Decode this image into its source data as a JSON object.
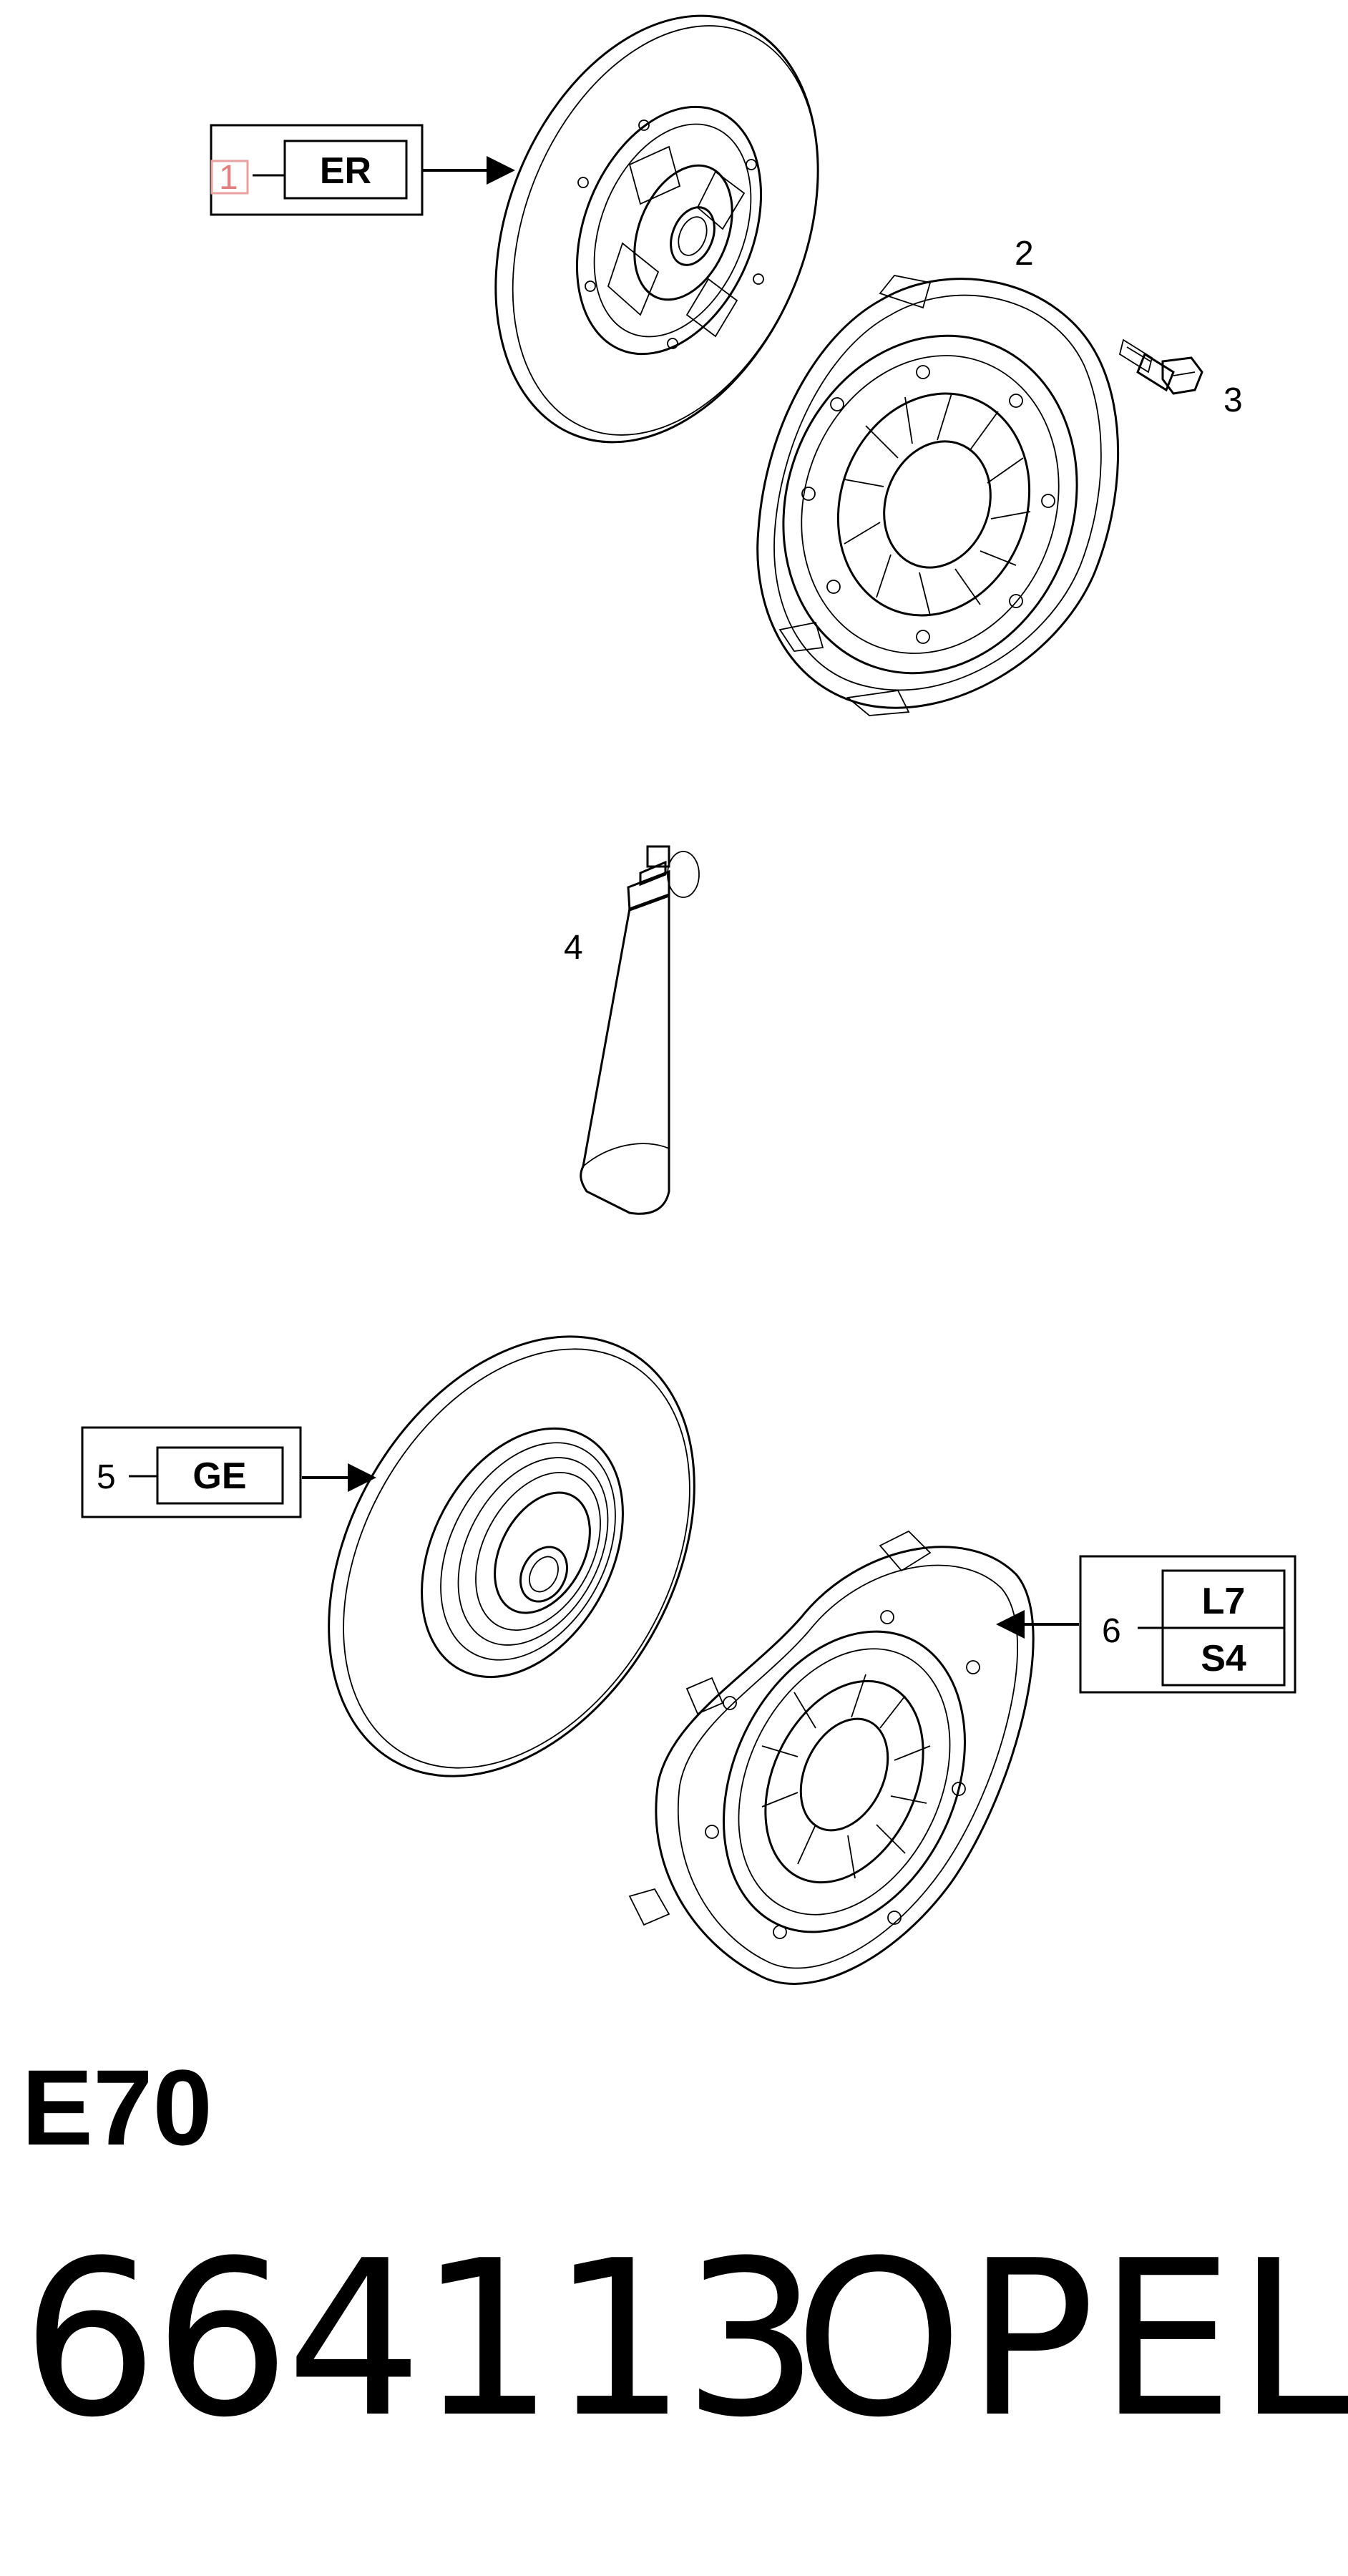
{
  "callouts": {
    "c1": {
      "number": "1",
      "code": "ER"
    },
    "c2": {
      "number": "2"
    },
    "c3": {
      "number": "3"
    },
    "c4": {
      "number": "4"
    },
    "c5": {
      "number": "5",
      "code": "GE"
    },
    "c6": {
      "number": "6",
      "codes": [
        "L7",
        "S4"
      ]
    }
  },
  "footer": {
    "diagram_code": "E70",
    "part_number": "664113",
    "brand": "OPEL"
  },
  "colors": {
    "line": "#000000",
    "background": "#ffffff",
    "highlight": "#e8a0a0"
  }
}
